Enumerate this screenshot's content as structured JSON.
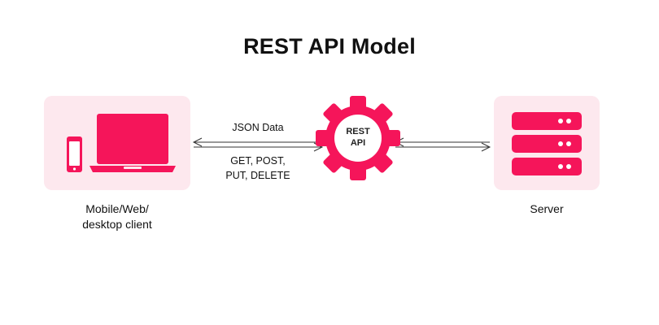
{
  "diagram": {
    "title": "REST API Model",
    "client_caption_line1": "Mobile/Web/",
    "client_caption_line2": "desktop client",
    "server_caption": "Server",
    "request_label": "JSON Data",
    "methods_line1": "GET, POST,",
    "methods_line2": "PUT, DELETE",
    "api_line1": "REST",
    "api_line2": "API"
  },
  "icons": {
    "client": "laptop-and-phone-icon",
    "server": "server-stack-icon",
    "api": "gear-icon",
    "exchange": "double-arrow-icon"
  },
  "colors": {
    "accent": "#f5155a",
    "card_background": "#fde8ee",
    "arrow": "#333333"
  }
}
